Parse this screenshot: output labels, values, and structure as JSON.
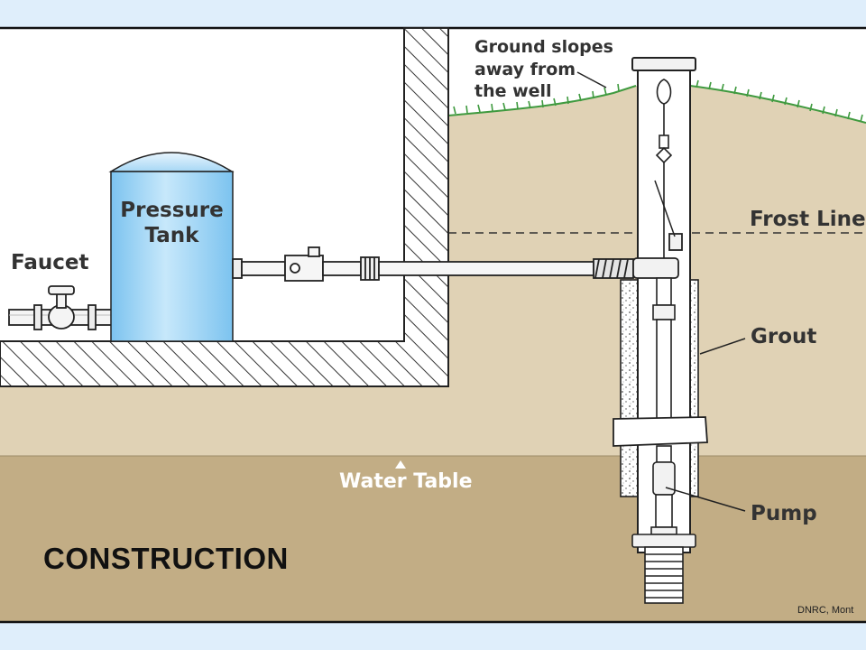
{
  "diagram": {
    "title": "CONSTRUCTION",
    "credit": "DNRC, Mont",
    "labels": {
      "ground_slopes_line1": "Ground slopes",
      "ground_slopes_line2": "away from",
      "ground_slopes_line3": "the well",
      "frost_line": "Frost Line",
      "pressure_tank_line1": "Pressure",
      "pressure_tank_line2": "Tank",
      "faucet": "Faucet",
      "grout": "Grout",
      "water_table": "Water Table",
      "pump": "Pump"
    },
    "colors": {
      "background": "#dfeefb",
      "soil": "#e0d2b5",
      "saturated_soil": "#c2ad85",
      "grass": "#3f9a3f",
      "tank_blue": "#9fd4f4",
      "outline": "#222222"
    }
  }
}
